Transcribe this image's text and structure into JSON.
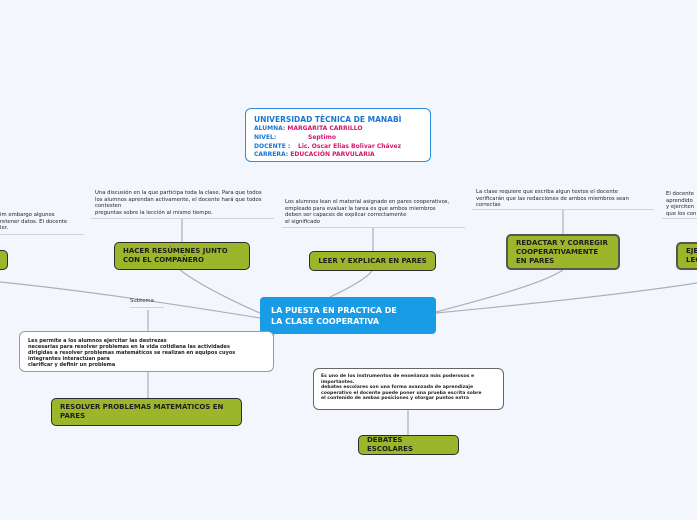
{
  "header": {
    "university": "UNIVERSIDAD TÈCNICA DE MANABÌ",
    "rows": [
      {
        "label": "ALUMNA:",
        "value": "MARGARITA CARRILLO"
      },
      {
        "label": "NIVEL:",
        "value": "Septimo"
      },
      {
        "label": "DOCENTE :",
        "value": "Lic. Oscar Elias Bolivar Chávez"
      },
      {
        "label": "CARRERA:",
        "value": "EDUCACIÓN PARVULARIA"
      }
    ]
  },
  "central": "LA PUESTA EN PRACTICA DE\nLA CLASE COOPERATIVA",
  "branches": {
    "left": {
      "note": "im embargo algunos\n retener datos. El docente\nler."
    },
    "hacer": {
      "label": "HACER RESÚMENES JUNTO\nCON EL COMPAÑERO",
      "note": "Una discusión en la que participa toda la clase, Para que todos\nlos alumnos aprendan activamente, el docente hará que todos\ncontesten\npreguntas sobre la lección al mismo tiempo."
    },
    "leer": {
      "label": "LEER Y EXPLICAR EN PARES",
      "note": "Los alumnos lean el material asignado en pares cooperativos,\nempleado para evaluar la tarea es que ambos miembros\ndeben ser capaces de explicar correctamente\n el significado"
    },
    "redactar": {
      "label": "REDACTAR Y CORREGIR\nCOOPERATIVAMENTE\nEN PARES",
      "note": "La clase requiere que escriba algun textos el docente\nverificarán que las redacciones de ambos miembros sean\ncorrectas"
    },
    "right": {
      "label": "EJE\nLEC",
      "note": "El docente\naprendido\ny ejerciten\nque los con"
    },
    "resolver": {
      "subtema": "Subtema",
      "label": "RESOLVER PROBLEMAS MATEMÁTICOS EN\nPARES",
      "note": "Les permite a los alumnos ejercitar las destrezas\nnecesarias para resolver problemas en la vida cotidiana  las actividades\ndirigidas a resolver problemas matemáticos se realizan en equipos cuyos\nintegrantes interactúan para\nclarificar y definir un problema"
    },
    "debates": {
      "label": "DEBATES ESCOLARES",
      "note": "Es uno de los instrumentos de enseñanza más poderosos e\nimportantes.\ndebates escolares son una forma avanzada de aprendizaje\ncooperativo el docente puede poner una prueba escrita sobre\nel contenido de ambas posiciones y otorgar puntos extra"
    }
  }
}
